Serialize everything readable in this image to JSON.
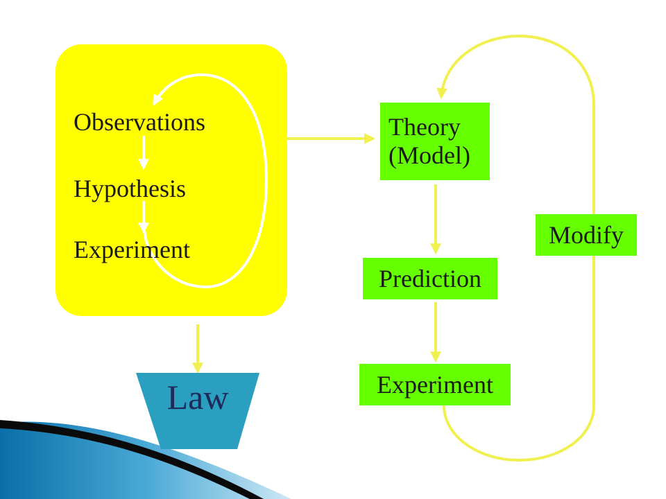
{
  "colors": {
    "yellow": "#ffff00",
    "green": "#66ff00",
    "teal": "#2a9fbf",
    "arrow_yellow": "#f0f050",
    "white": "#ffffff",
    "law_text": "#1f2a5a"
  },
  "left_panel": {
    "observations": "Observations",
    "hypothesis": "Hypothesis",
    "experiment": "Experiment"
  },
  "right_flow": {
    "theory_line1": "Theory",
    "theory_line2": "(Model)",
    "prediction": "Prediction",
    "experiment": "Experiment",
    "modify": "Modify"
  },
  "law": "Law"
}
